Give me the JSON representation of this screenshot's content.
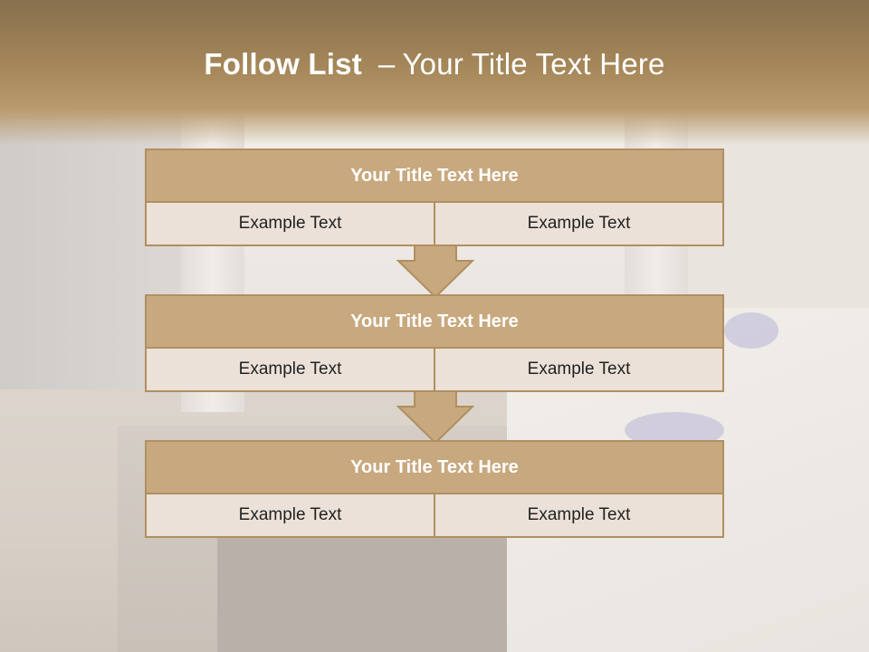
{
  "slide": {
    "title_bold": "Follow List",
    "title_dash": "–",
    "title_rest": "Your Title Text Here"
  },
  "steps": [
    {
      "title": "Your Title Text Here",
      "left": "Example Text",
      "right": "Example Text"
    },
    {
      "title": "Your Title Text Here",
      "left": "Example Text",
      "right": "Example Text"
    },
    {
      "title": "Your Title Text Here",
      "left": "Example Text",
      "right": "Example Text"
    }
  ],
  "colors": {
    "accent": "#c8a87e",
    "border": "#b08f60",
    "cell_bg": "#ebe1d8",
    "header_band": "#a48659"
  }
}
